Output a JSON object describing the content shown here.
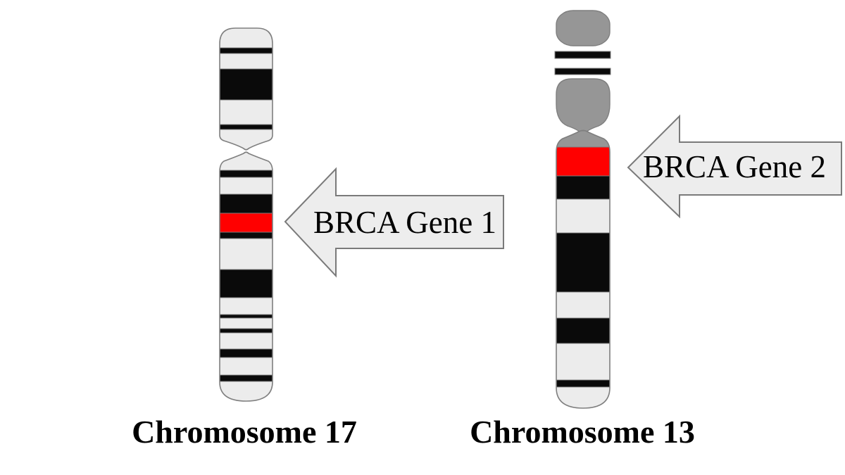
{
  "figure": {
    "background": "#ffffff",
    "colors": {
      "band_light": "#ececec",
      "band_dark": "#0a0a0a",
      "band_red": "#ff0000",
      "band_gray": "#969696",
      "outline": "#7f7f7f",
      "arrow_fill": "#ededed",
      "arrow_outline": "#7a7a7a",
      "label_text": "#000000"
    },
    "chromosomes": [
      {
        "label": "Chromosome 17",
        "segments": [
          {
            "part": "p-arm",
            "bands": [
              [
                "light",
                40,
                68
              ],
              [
                "dark",
                68,
                76
              ],
              [
                "light",
                76,
                98
              ],
              [
                "dark",
                98,
                142
              ],
              [
                "light",
                142,
                177
              ],
              [
                "dark",
                177,
                184
              ],
              [
                "light",
                184,
                213
              ]
            ]
          },
          {
            "part": "q-arm",
            "bands": [
              [
                "light",
                215,
                242
              ],
              [
                "dark",
                242,
                252
              ],
              [
                "light",
                252,
                276
              ],
              [
                "dark",
                276,
                303
              ],
              [
                "red",
                303,
                330
              ],
              [
                "dark",
                330,
                339
              ],
              [
                "light",
                339,
                383
              ],
              [
                "dark",
                383,
                423
              ],
              [
                "light",
                423,
                447
              ],
              [
                "dark",
                447,
                452
              ],
              [
                "light",
                452,
                467
              ],
              [
                "dark",
                467,
                473
              ],
              [
                "light",
                473,
                496
              ],
              [
                "dark",
                496,
                508
              ],
              [
                "light",
                508,
                533
              ],
              [
                "dark",
                533,
                542
              ],
              [
                "light",
                542,
                570
              ]
            ]
          }
        ]
      },
      {
        "label": "Chromosome 13",
        "segments": [
          {
            "part": "satellite-stalk",
            "bands": []
          },
          {
            "part": "q-arm",
            "bands": [
              [
                "gray",
                186,
                209
              ],
              [
                "red",
                209,
                250
              ],
              [
                "dark",
                250,
                283
              ],
              [
                "light",
                283,
                331
              ],
              [
                "dark",
                331,
                415
              ],
              [
                "light",
                415,
                452
              ],
              [
                "dark",
                452,
                488
              ],
              [
                "light",
                488,
                540
              ],
              [
                "dark",
                540,
                550
              ],
              [
                "light",
                550,
                580
              ]
            ]
          }
        ]
      }
    ],
    "annotations": [
      {
        "label": "BRCA Gene 1"
      },
      {
        "label": "BRCA Gene 2"
      }
    ]
  }
}
